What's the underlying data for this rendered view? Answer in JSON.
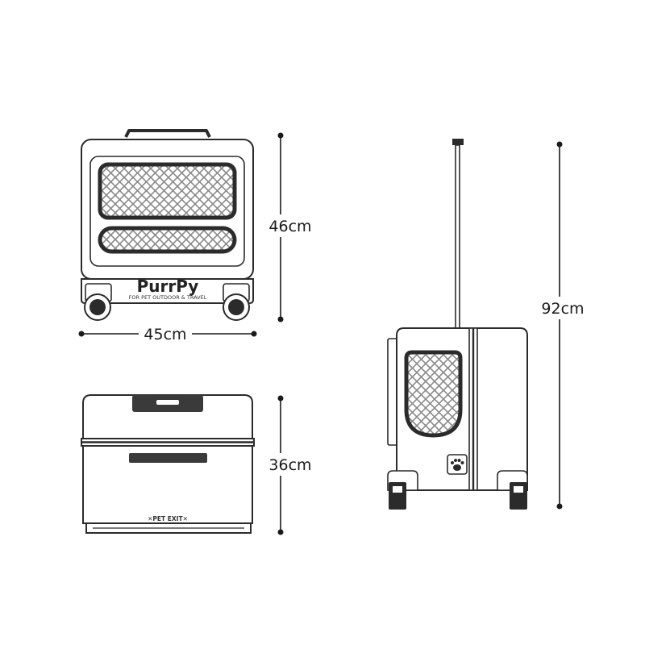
{
  "dimensions": {
    "front_height": "46cm",
    "front_width": "45cm",
    "top_depth": "36cm",
    "side_height": "92cm"
  },
  "branding": {
    "logo": "PurrPy",
    "tagline": "FOR PET OUTDOOR & TRAVEL",
    "exit_label": "✕PET EXIT✕"
  },
  "colors": {
    "outline": "#2b2b2b",
    "body_fill": "#ffffff",
    "dark_panel": "#3a3a3a",
    "mesh": "#8a8a8a"
  },
  "icons": [
    "paw-icon"
  ]
}
